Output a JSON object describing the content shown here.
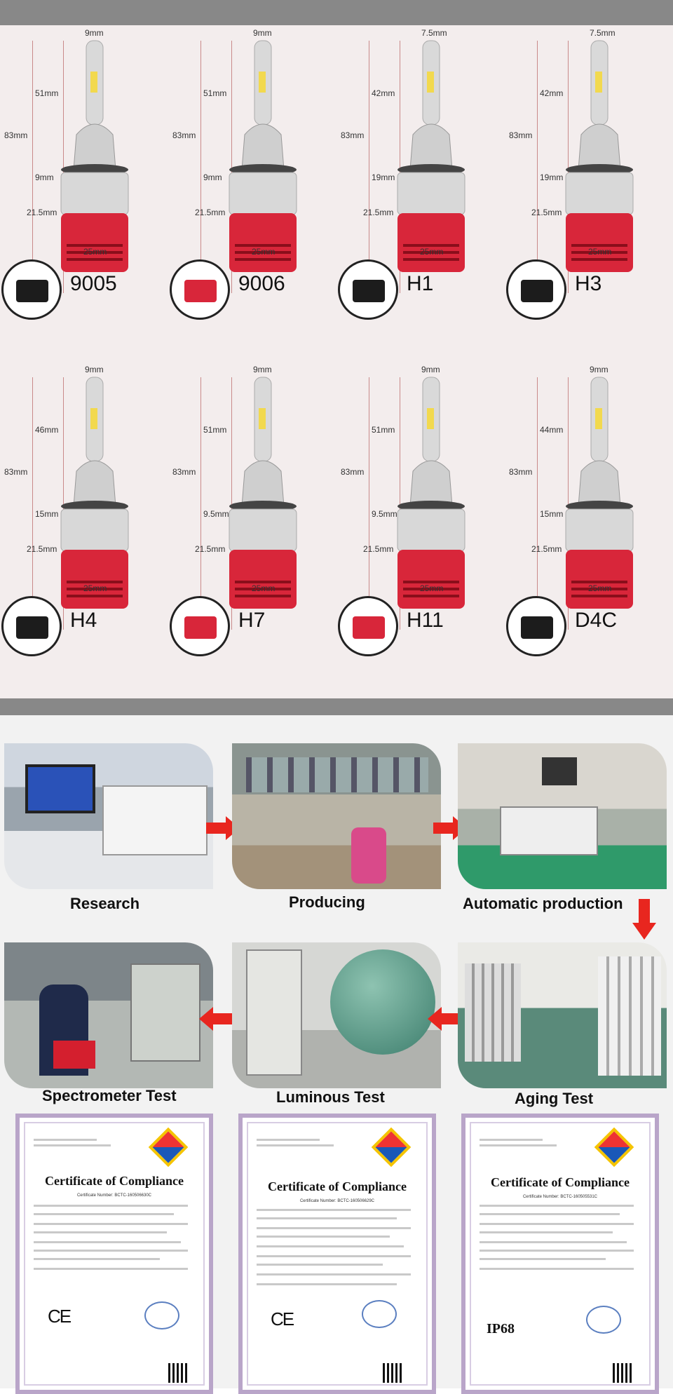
{
  "bulbs": [
    {
      "model": "9005",
      "top_width": "9mm",
      "total": "83mm",
      "upper": "51mm",
      "middle": "9mm",
      "lower": "21.5mm",
      "base": "25mm"
    },
    {
      "model": "9006",
      "top_width": "9mm",
      "total": "83mm",
      "upper": "51mm",
      "middle": "9mm",
      "lower": "21.5mm",
      "base": "25mm"
    },
    {
      "model": "H1",
      "top_width": "7.5mm",
      "total": "83mm",
      "upper": "42mm",
      "middle": "19mm",
      "lower": "21.5mm",
      "base": "25mm"
    },
    {
      "model": "H3",
      "top_width": "7.5mm",
      "total": "83mm",
      "upper": "42mm",
      "middle": "19mm",
      "lower": "21.5mm",
      "base": "25mm"
    },
    {
      "model": "H4",
      "top_width": "9mm",
      "total": "83mm",
      "upper": "46mm",
      "middle": "15mm",
      "lower": "21.5mm",
      "base": "25mm"
    },
    {
      "model": "H7",
      "top_width": "9mm",
      "total": "83mm",
      "upper": "51mm",
      "middle": "9.5mm",
      "lower": "21.5mm",
      "base": "25mm"
    },
    {
      "model": "H11",
      "top_width": "9mm",
      "total": "83mm",
      "upper": "51mm",
      "middle": "9.5mm",
      "lower": "21.5mm",
      "base": "25mm"
    },
    {
      "model": "D4C",
      "top_width": "9mm",
      "total": "83mm",
      "upper": "44mm",
      "middle": "15mm",
      "lower": "21.5mm",
      "base": "25mm"
    }
  ],
  "process": {
    "research": "Research",
    "producing": "Producing",
    "automatic": "Automatic production",
    "spectrometer": "Spectrometer Test",
    "luminous": "Luminous Test",
    "aging": "Aging Test"
  },
  "certificates": [
    {
      "title": "Certificate of Compliance",
      "number": "Certificate Number: BCTC-160506630C",
      "mark": "CE"
    },
    {
      "title": "Certificate of Compliance",
      "number": "Certificate Number: BCTC-160506629C",
      "mark": "CE"
    },
    {
      "title": "Certificate of Compliance",
      "number": "Certificate Number: BCTC-160505531C",
      "mark": "IP68"
    }
  ],
  "colors": {
    "accent_red": "#d8263a",
    "arrow_red": "#e8261f",
    "frame_purple": "#b9a5c9"
  }
}
